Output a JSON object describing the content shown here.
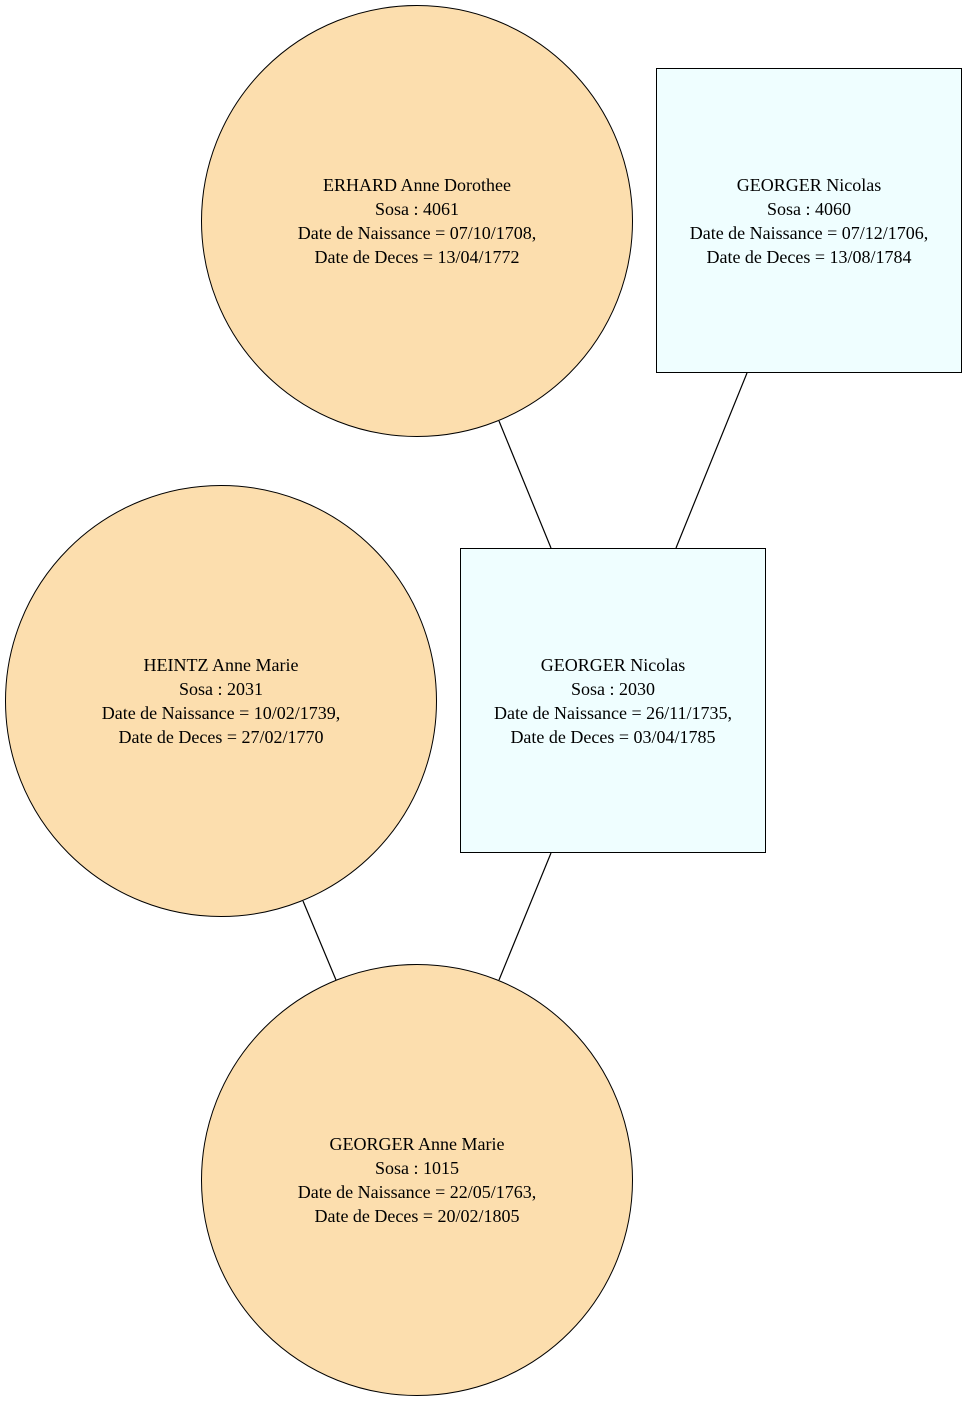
{
  "colors": {
    "female_fill": "#fcdeae",
    "male_fill": "#effeff",
    "stroke": "#000000",
    "background": "#ffffff"
  },
  "persons": [
    {
      "id": "1015",
      "sex": "female",
      "shape": "circle",
      "name": "GEORGER Anne Marie",
      "sosa": "Sosa : 1015",
      "birth": "Date de Naissance = 22/05/1763,",
      "death": "Date de Deces = 20/02/1805"
    },
    {
      "id": "2031",
      "sex": "female",
      "shape": "circle",
      "name": "HEINTZ Anne Marie",
      "sosa": "Sosa : 2031",
      "birth": "Date de Naissance = 10/02/1739,",
      "death": "Date de Deces = 27/02/1770"
    },
    {
      "id": "2030",
      "sex": "male",
      "shape": "box",
      "name": "GEORGER Nicolas",
      "sosa": "Sosa : 2030",
      "birth": "Date de Naissance = 26/11/1735,",
      "death": "Date de Deces = 03/04/1785"
    },
    {
      "id": "4061",
      "sex": "female",
      "shape": "circle",
      "name": "ERHARD Anne Dorothee",
      "sosa": "Sosa : 4061",
      "birth": "Date de Naissance = 07/10/1708,",
      "death": "Date de Deces = 13/04/1772"
    },
    {
      "id": "4060",
      "sex": "male",
      "shape": "box",
      "name": "GEORGER Nicolas",
      "sosa": "Sosa : 4060",
      "birth": "Date de Naissance = 07/12/1706,",
      "death": "Date de Deces = 13/08/1784"
    }
  ],
  "edges": [
    {
      "from": "2031",
      "to": "1015"
    },
    {
      "from": "2030",
      "to": "1015"
    },
    {
      "from": "4061",
      "to": "2030"
    },
    {
      "from": "4060",
      "to": "2030"
    }
  ]
}
